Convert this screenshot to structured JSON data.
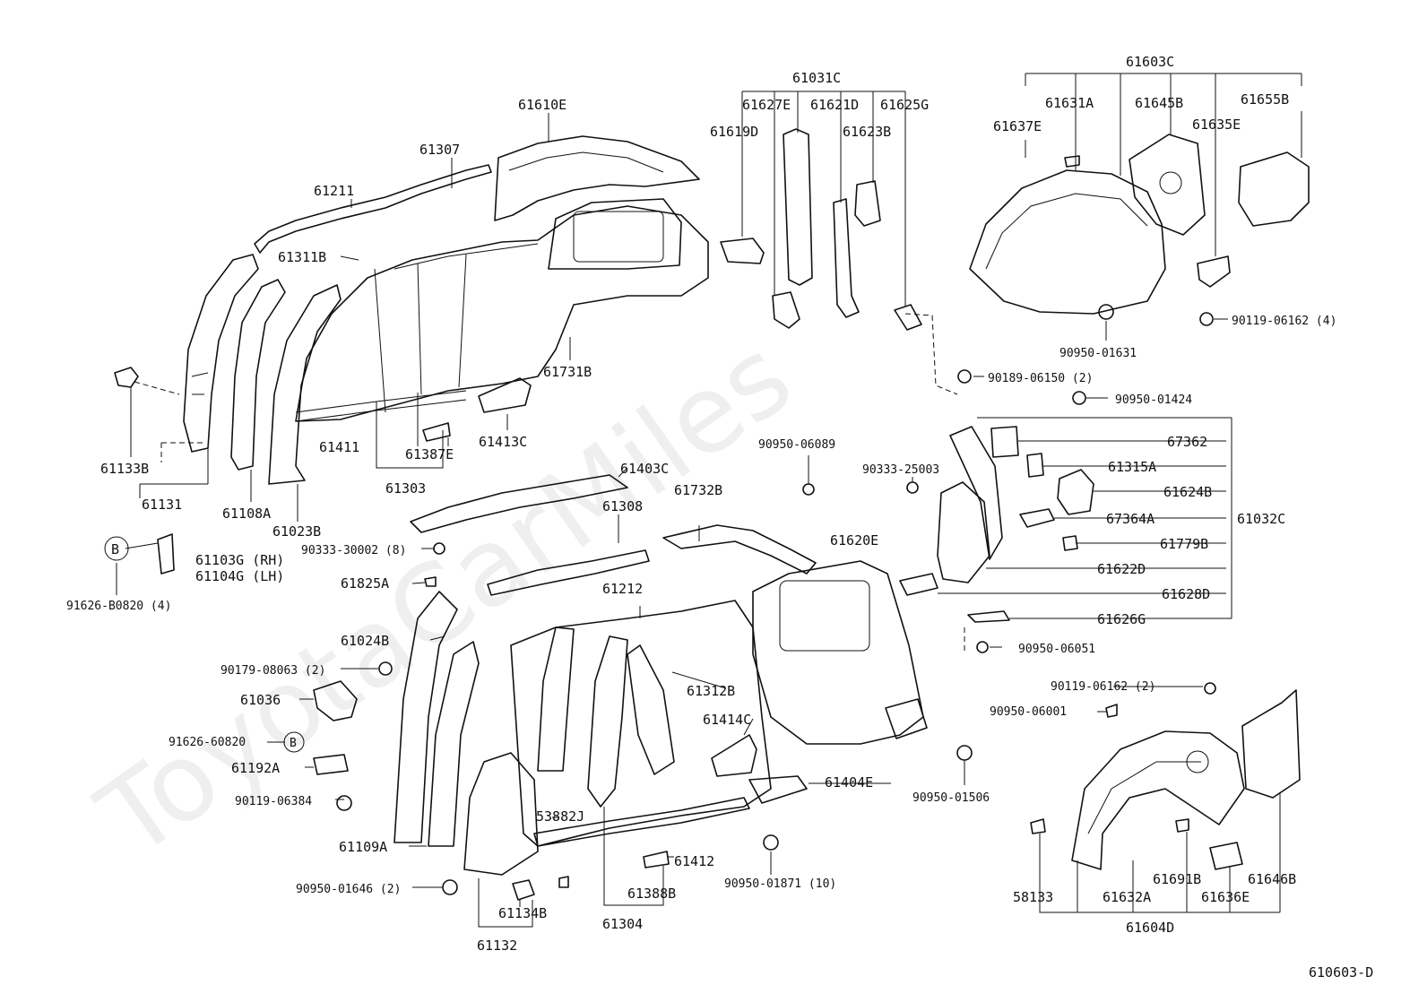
{
  "watermark": "ToyotaCarMiles",
  "diagram_id": "610603-D",
  "callout_B": "B",
  "labels": {
    "61610E": "61610E",
    "61211": "61211",
    "61307": "61307",
    "61311B": "61311B",
    "61031C": "61031C",
    "61627E": "61627E",
    "61621D": "61621D",
    "61625G": "61625G",
    "61619D": "61619D",
    "61623B": "61623B",
    "61603C": "61603C",
    "61631A": "61631A",
    "61645B": "61645B",
    "61655B": "61655B",
    "61637E": "61637E",
    "61635E": "61635E",
    "90119-06162_4": "90119-06162 (4)",
    "90950-01631": "90950-01631",
    "61731B": "61731B",
    "90189-06150_2": "90189-06150 (2)",
    "90950-01424": "90950-01424",
    "61133B": "61133B",
    "61411": "61411",
    "61387E": "61387E",
    "61413C": "61413C",
    "61131": "61131",
    "61108A": "61108A",
    "61023B": "61023B",
    "61303": "61303",
    "67362": "67362",
    "61315A": "61315A",
    "90950-06089": "90950-06089",
    "90333-25003": "90333-25003",
    "61403C": "61403C",
    "61624B": "61624B",
    "61732B": "61732B",
    "61308": "61308",
    "67364A": "67364A",
    "61032C": "61032C",
    "90333-30002_8": "90333-30002 (8)",
    "61620E": "61620E",
    "61779B": "61779B",
    "61103G_RH": "61103G (RH)",
    "61104G_LH": "61104G (LH)",
    "91626-B0820_4": "91626-B0820 (4)",
    "61825A": "61825A",
    "61622D": "61622D",
    "61212": "61212",
    "61628D": "61628D",
    "61024B": "61024B",
    "61626G": "61626G",
    "90950-06051": "90950-06051",
    "90179-08063_2": "90179-08063 (2)",
    "61312B": "61312B",
    "61036": "61036",
    "90119-06162_2": "90119-06162 (2)",
    "61414C": "61414C",
    "90950-06001": "90950-06001",
    "91626-60820": "91626-60820",
    "61192A": "61192A",
    "61404E": "61404E",
    "90950-01506": "90950-01506",
    "90119-06384": "90119-06384",
    "53882J": "53882J",
    "61109A": "61109A",
    "61412": "61412",
    "90950-01646_2": "90950-01646 (2)",
    "90950-01871_10": "90950-01871 (10)",
    "61388B": "61388B",
    "61134B": "61134B",
    "61304": "61304",
    "61132": "61132",
    "58133": "58133",
    "61691B": "61691B",
    "61646B": "61646B",
    "61632A": "61632A",
    "61636E": "61636E",
    "61604D": "61604D"
  }
}
